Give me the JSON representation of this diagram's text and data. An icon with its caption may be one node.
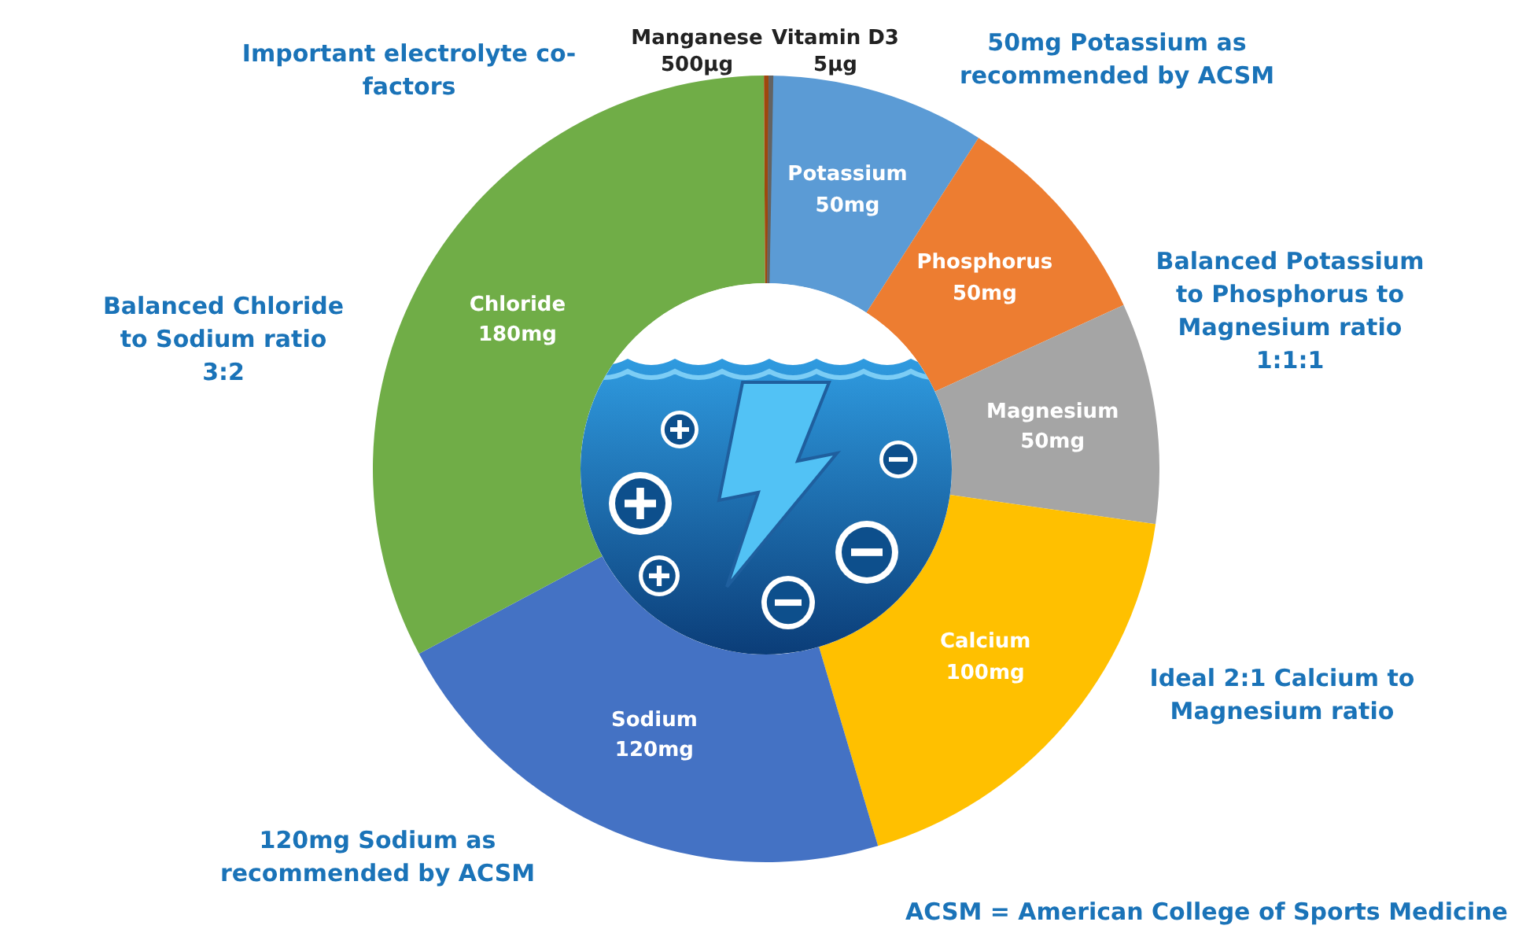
{
  "diagram": {
    "labels": [
      "Important electrolyte co-factors",
      "50mg Potassium as recommended by ACSM",
      "Balanced Potassium to Phosphorus to Magnesium ratio 1:1:1",
      "Balanced Chloride to Sodium ratio 3:2",
      "Ideal 2:1 Calcium to Magnesium ratio",
      "120mg Sodium as recommended by ACSM",
      "ACSM = American College of Sports Medicine"
    ],
    "chart_data": {
      "type": "donut",
      "categories": [
        "Potassium",
        "Phosphorus",
        "Magnesium",
        "Calcium",
        "Sodium",
        "Chloride",
        "Manganese",
        "Vitamin D3"
      ],
      "series": [
        {
          "name": null,
          "values": [
            9.08,
            9.08,
            9.08,
            18.17,
            21.8,
            32.7,
            0.08,
            0.01
          ]
        }
      ],
      "colors": [
        "#5b9bd5",
        "#ed7d31",
        "#a5a5a5",
        "#ffc000",
        "#4472c4",
        "#70ad47",
        "#9e480e",
        "#636363"
      ],
      "value_labels": [
        "50mg",
        "50mg",
        "50mg",
        "100mg",
        "120mg",
        "180mg",
        "500µg",
        "5µg"
      ]
    }
  }
}
